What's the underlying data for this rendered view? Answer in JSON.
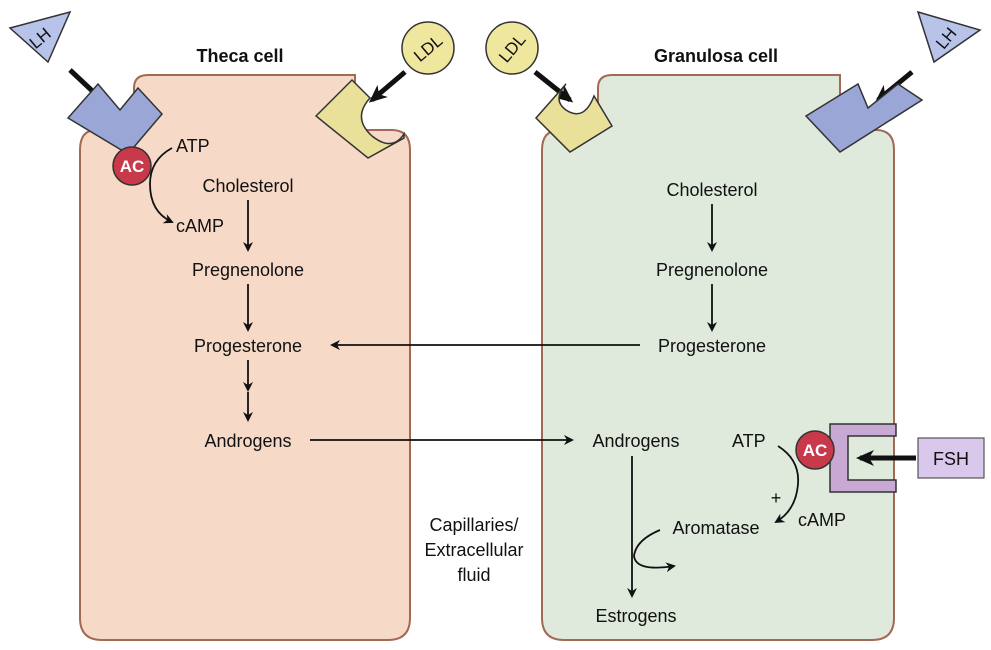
{
  "theca": {
    "title": "Theca cell",
    "atp": "ATP",
    "ac": "AC",
    "camp": "cAMP",
    "cholesterol": "Cholesterol",
    "pregnenolone": "Pregnenolone",
    "progesterone": "Progesterone",
    "androgens": "Androgens",
    "lh": "LH",
    "ldl": "LDL"
  },
  "granulosa": {
    "title": "Granulosa cell",
    "cholesterol": "Cholesterol",
    "pregnenolone": "Pregnenolone",
    "progesterone": "Progesterone",
    "androgens": "Androgens",
    "atp": "ATP",
    "ac": "AC",
    "camp": "cAMP",
    "plus": "+",
    "aromatase": "Aromatase",
    "estrogens": "Estrogens",
    "fsh": "FSH",
    "lh": "LH",
    "ldl": "LDL"
  },
  "middle": {
    "line1": "Capillaries/",
    "line2": "Extracellular",
    "line3": "fluid"
  },
  "colors": {
    "theca_fill": "#f7d9c7",
    "granulosa_fill": "#dfe9dc",
    "cell_border": "#a26a55",
    "receptor_blue": "#9aa6d6",
    "receptor_yellow": "#e9e09a",
    "receptor_purple": "#c7a9d3",
    "ac_red": "#c8394a"
  }
}
